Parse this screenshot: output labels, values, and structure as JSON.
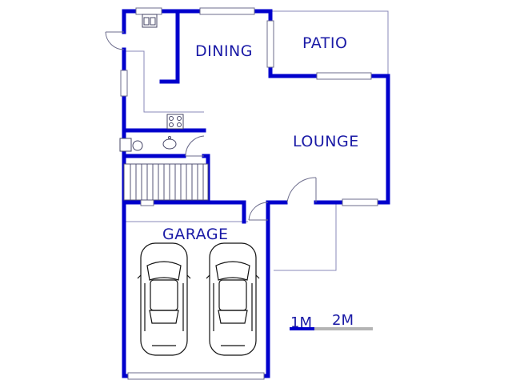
{
  "floorplan": {
    "rooms": {
      "dining": "DINING",
      "patio": "PATIO",
      "lounge": "LOUNGE",
      "garage": "GARAGE"
    },
    "scale": {
      "one": "1M",
      "two": "2M"
    }
  },
  "colors": {
    "wall": "#0000cc",
    "thin_line": "#8a8ab8",
    "label": "#1a1aa6",
    "scale_grey": "#b4b4b4"
  }
}
